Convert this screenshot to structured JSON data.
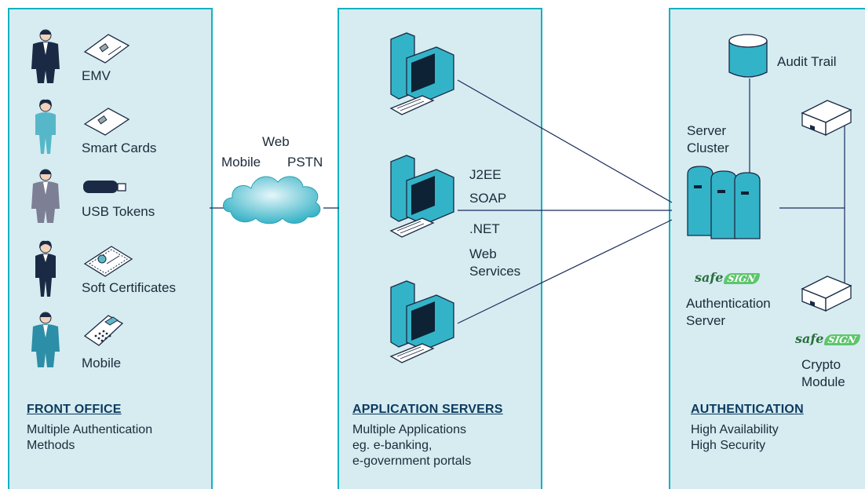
{
  "front_office": {
    "items": [
      "EMV",
      "Smart Cards",
      "USB Tokens",
      "Soft Certificates",
      "Mobile"
    ],
    "title": "FRONT OFFICE",
    "subtitle": [
      "Multiple Authentication",
      "Methods"
    ]
  },
  "network": {
    "labels": [
      "Web",
      "Mobile",
      "PSTN"
    ]
  },
  "app_servers": {
    "tech": [
      "J2EE",
      "SOAP",
      ".NET",
      "Web",
      "Services"
    ],
    "title": "APPLICATION SERVERS",
    "subtitle": [
      "Multiple Applications",
      "eg. e-banking,",
      "e-government portals"
    ]
  },
  "authentication": {
    "audit": "Audit Trail",
    "cluster": [
      "Server",
      "Cluster"
    ],
    "auth_server": [
      "Authentication",
      "Server"
    ],
    "crypto": [
      "Crypto",
      "Module"
    ],
    "logo_text": "safe",
    "logo_sign": "SIGN",
    "title": "AUTHENTICATION",
    "subtitle": [
      "High Availability",
      "High Security"
    ]
  },
  "colors": {
    "panel": "#d6ecf1",
    "border": "#13b1c1",
    "heading": "#0c3a5e",
    "device": "#1aa3b8",
    "person": "#1b2a44"
  }
}
